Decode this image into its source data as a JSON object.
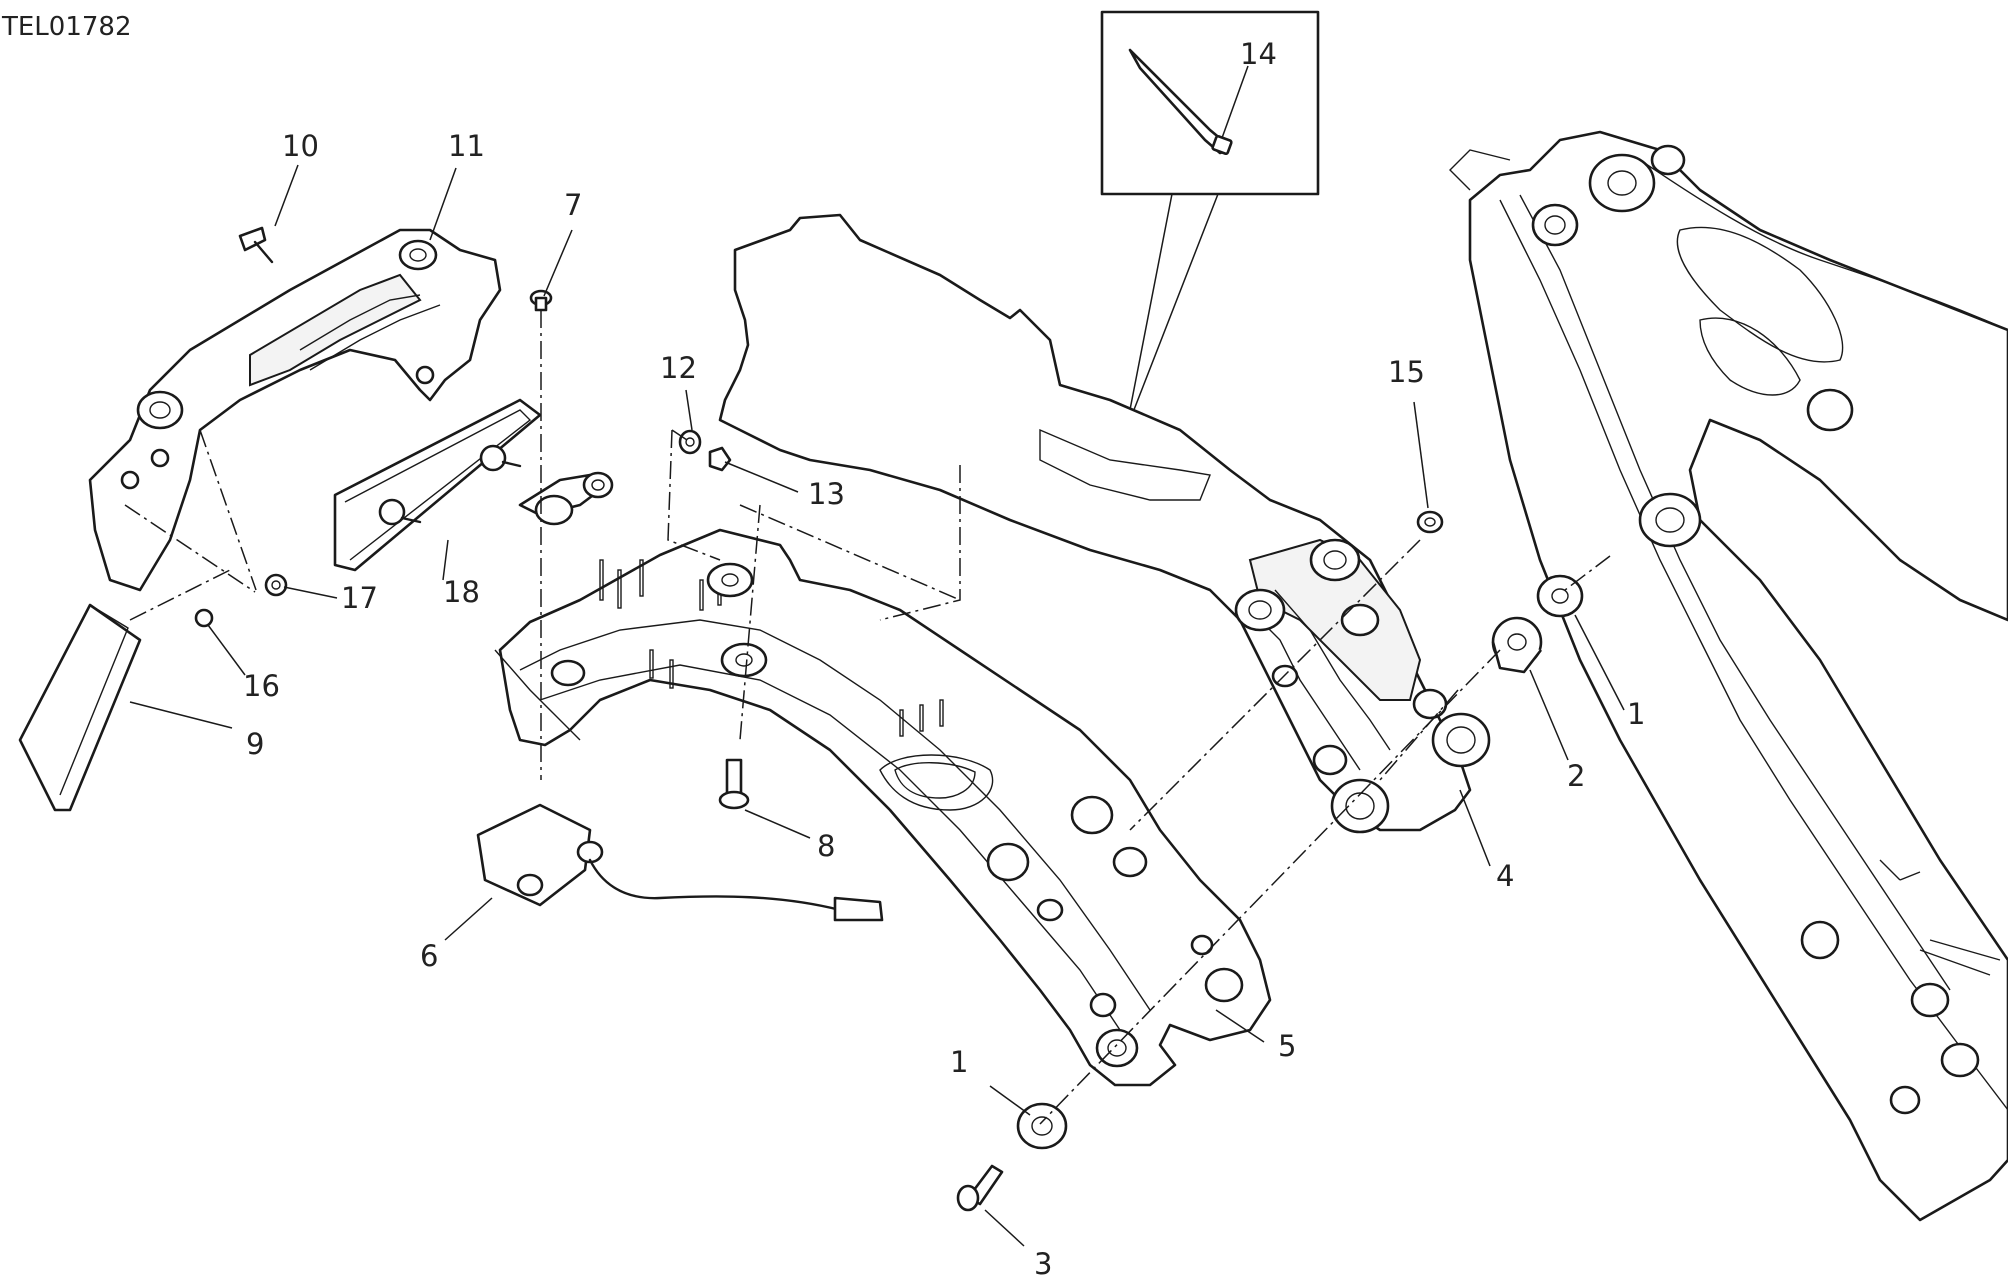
{
  "diagram_code": "TEL01782",
  "callouts": [
    {
      "id": "1a",
      "label": "1"
    },
    {
      "id": "1b",
      "label": "1"
    },
    {
      "id": "2",
      "label": "2"
    },
    {
      "id": "3",
      "label": "3"
    },
    {
      "id": "4",
      "label": "4"
    },
    {
      "id": "5",
      "label": "5"
    },
    {
      "id": "6",
      "label": "6"
    },
    {
      "id": "7",
      "label": "7"
    },
    {
      "id": "8",
      "label": "8"
    },
    {
      "id": "9",
      "label": "9"
    },
    {
      "id": "10",
      "label": "10"
    },
    {
      "id": "11",
      "label": "11"
    },
    {
      "id": "12",
      "label": "12"
    },
    {
      "id": "13",
      "label": "13"
    },
    {
      "id": "14",
      "label": "14"
    },
    {
      "id": "15",
      "label": "15"
    },
    {
      "id": "16",
      "label": "16"
    },
    {
      "id": "17",
      "label": "17"
    },
    {
      "id": "18",
      "label": "18"
    }
  ]
}
